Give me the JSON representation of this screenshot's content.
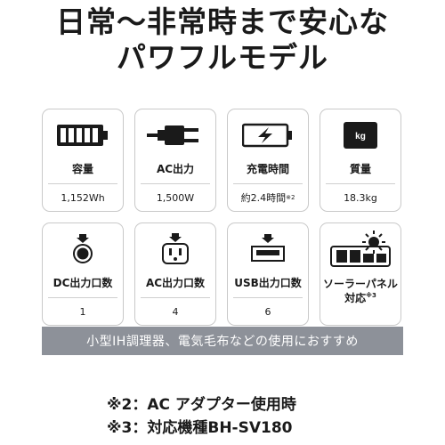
{
  "headline": {
    "line1": "日常〜非常時まで安心な",
    "line2": "パワフルモデル"
  },
  "specs": [
    {
      "label": "容量",
      "value": "1,152Wh",
      "icon": "battery-icon"
    },
    {
      "label": "AC出力",
      "value": "1,500W",
      "icon": "ac-plug-icon"
    },
    {
      "label": "充電時間",
      "value": "約2.4時間",
      "value_note": "※2",
      "icon": "charging-battery-icon"
    },
    {
      "label": "質量",
      "value": "18.3kg",
      "icon": "weight-icon",
      "icon_text": "kg"
    },
    {
      "label": "DC出力口数",
      "value": "1",
      "icon": "dc-port-icon"
    },
    {
      "label": "AC出力口数",
      "value": "4",
      "icon": "ac-outlet-icon"
    },
    {
      "label": "USB出力口数",
      "value": "6",
      "icon": "usb-port-icon"
    },
    {
      "label_line1": "ソーラーパネル",
      "label_line2": "対応",
      "label_note": "※3",
      "icon": "solar-panel-icon"
    }
  ],
  "banner": {
    "text": "小型IH調理器、電気毛布などの使用におすすめ"
  },
  "notes": [
    "※2：AC アダプター使用時",
    "※3：対応機種BH-SV180"
  ],
  "colors": {
    "banner_bg": "#8d9199",
    "border": "#c9c9c9",
    "text": "#1a1a1a"
  }
}
